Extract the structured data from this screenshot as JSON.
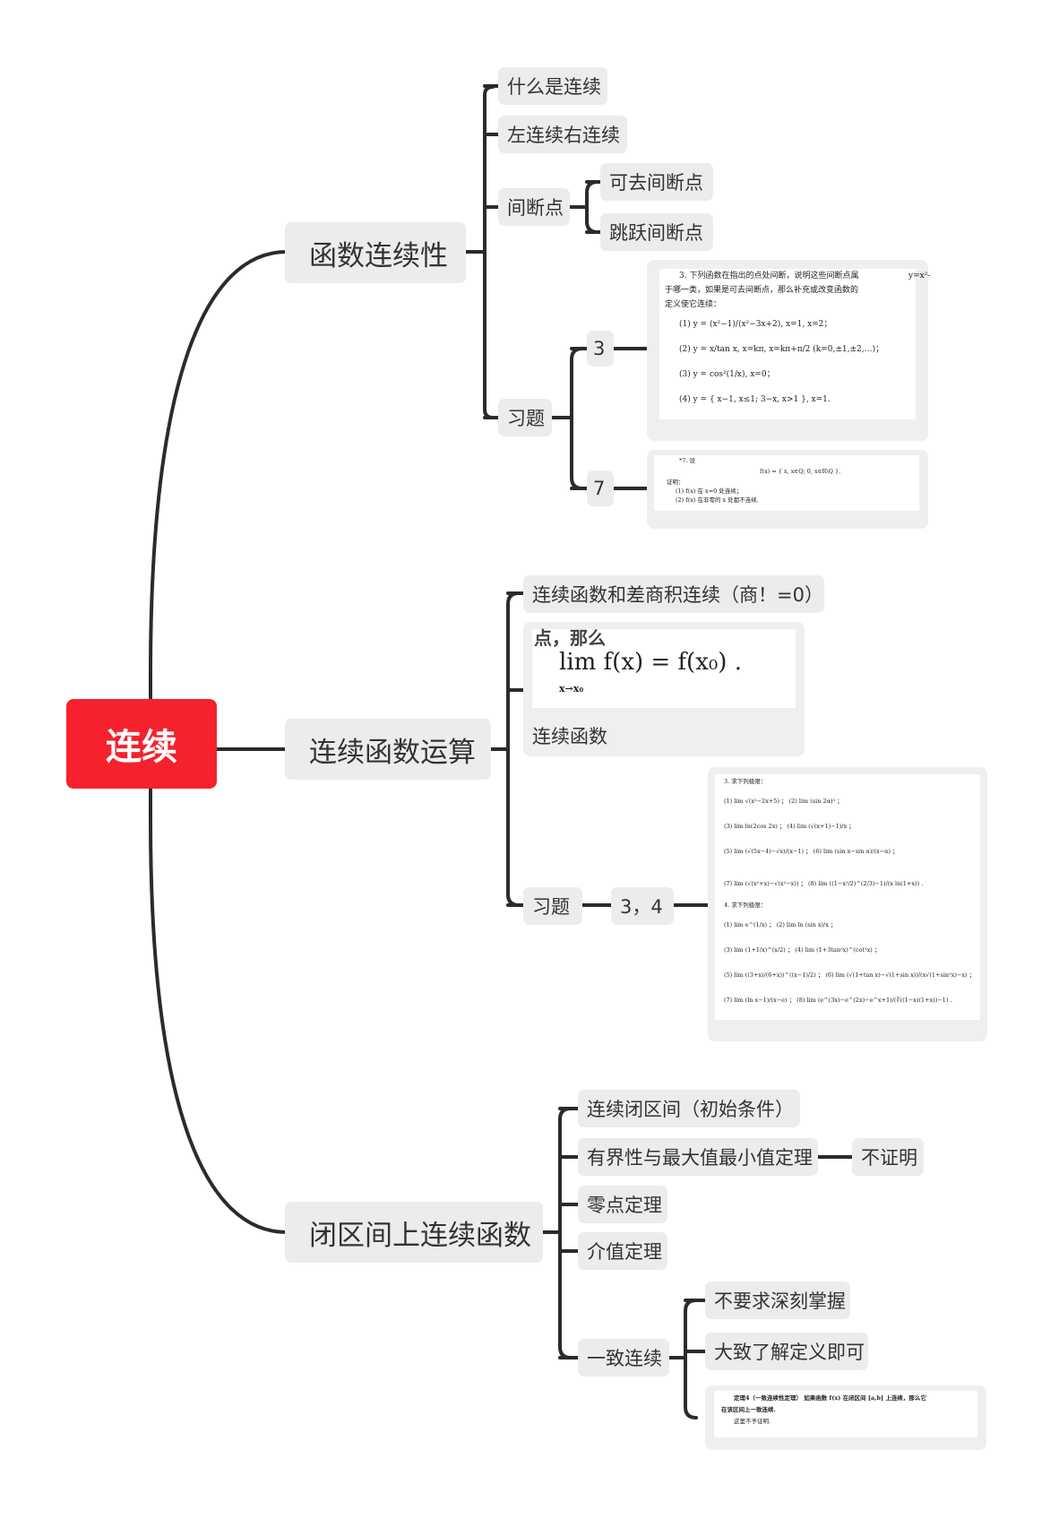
{
  "root": "连续",
  "branches": [
    {
      "label": "函数连续性",
      "children": [
        "什么是连续",
        "左连续右连续",
        "间断点",
        "可去间断点",
        "跳跃间断点",
        "习题",
        "3",
        "7"
      ]
    },
    {
      "label": "连续函数运算",
      "children": [
        "连续函数和差商积连续（商！=0）",
        "连续函数",
        "习题",
        "3，4"
      ]
    },
    {
      "label": "闭区间上连续函数",
      "children": [
        "连续闭区间（初始条件）",
        "有界性与最大值最小值定理",
        "不证明",
        "零点定理",
        "介值定理",
        "一致连续",
        "不要求深刻掌握",
        "大致了解定义即可"
      ]
    }
  ],
  "images": {
    "ex3": {
      "lines": [
        "3. 下列函数在指出的点处间断，说明这些间断点属",
        "于哪一类，如果是可去间断点，那么补充或改变函数的",
        "定义使它连续：",
        "(1) y = (x²−1)/(x²−3x+2), x=1, x=2；",
        "(2) y = x/tan x, x=kπ, x=kπ+π/2  (k=0,±1,±2,…)；",
        "(3) y = cos²(1/x), x=0；",
        "(4) y = { x−1, x≤1;  3−x, x>1 },  x=1."
      ],
      "corner": "y=x²-"
    },
    "ex7": {
      "lines": [
        "*7. 设",
        "f(x) = { x, x∈Q;  0, x∈R\\Q }.",
        "证明：",
        "(1) f(x) 在 x=0 处连续；",
        "(2) f(x) 在非零的 x 处都不连续."
      ]
    },
    "limit": {
      "formula": "lim f(x) = f(x₀) .",
      "sub": "x→x₀",
      "top": "点，那么",
      "caption": "连续函数"
    },
    "ex34": {
      "lines": [
        "3. 求下列极限：",
        "(1) lim √(x²−2x+5) ；        (2) lim (sin 2α)³ ；",
        "(3) lim ln(2cos 2x) ；        (4) lim (√(x+1)−1)/x ；",
        "(5) lim (√(5x−4)−√x)/(x−1) ；  (6) lim (sin x−sin α)/(x−α) ；",
        "(7) lim (√(x²+x)−√(x²−x)) ；   (8) lim ((1−x²/2)^(2/3)−1)/(x ln(1+x)) .",
        "4. 求下列极限：",
        "(1) lim e^(1/x) ；            (2) lim ln (sin x)/x ；",
        "(3) lim (1+1/x)^(x/2) ；      (4) lim (1+3tan²x)^(cot²x) ；",
        "(5) lim ((3+x)/(6+x))^((x−1)/2) ；  (6) lim (√(1+tan x)−√(1+sin x))/(x√(1+sin²x)−x) ；",
        "(7) lim (ln x−1)/(x−e) ；     (8) lim (e^(3x)−e^(2x)−e^x+1)/(∛((1−x)(1+x))−1) ."
      ]
    },
    "uniform": {
      "lines": [
        "定理4（一致连续性定理）  如果函数 f(x) 在闭区间 [a,b] 上连续，那么它",
        "在该区间上一致连续.",
        "这里不予证明."
      ]
    }
  }
}
